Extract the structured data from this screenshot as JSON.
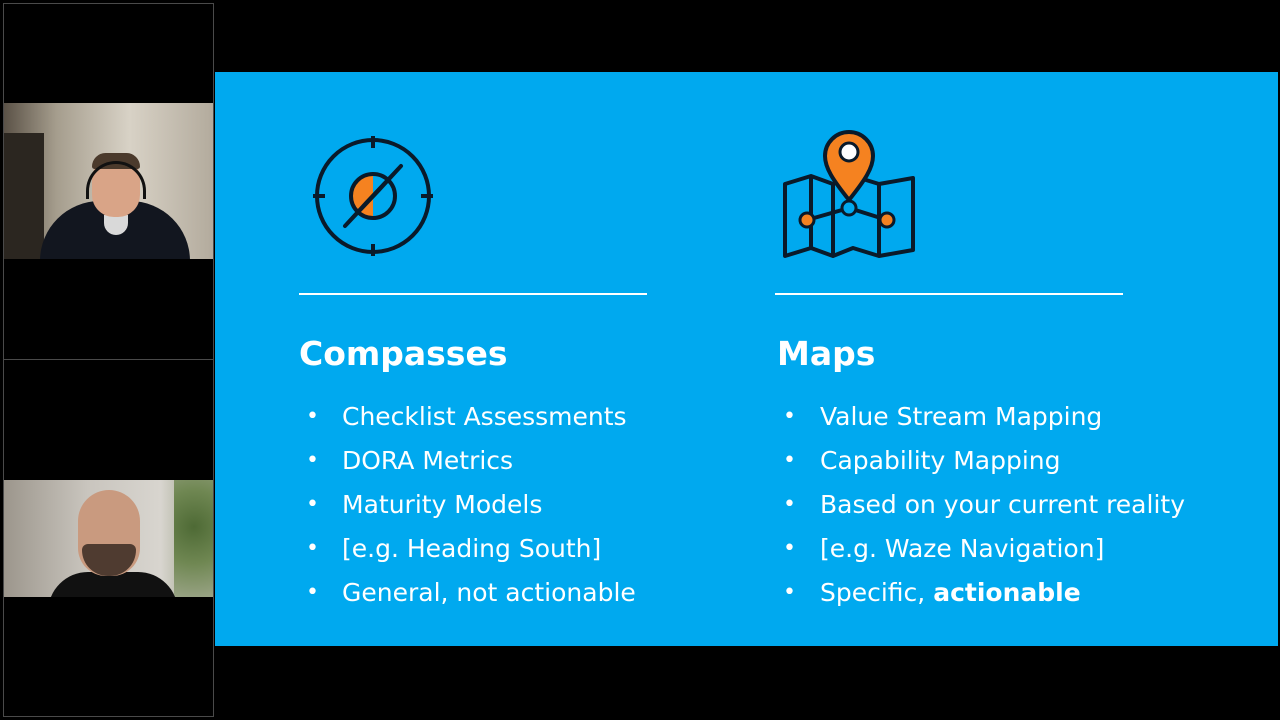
{
  "participants": [
    {
      "role": "speaker-1"
    },
    {
      "role": "speaker-2"
    }
  ],
  "slide": {
    "left": {
      "icon": "compass-icon",
      "title": "Compasses",
      "items": [
        "Checklist Assessments",
        "DORA Metrics",
        "Maturity Models",
        "[e.g. Heading South]",
        "General, not actionable"
      ]
    },
    "right": {
      "icon": "map-pin-icon",
      "title": "Maps",
      "items": [
        "Value Stream Mapping",
        "Capability Mapping",
        "Based on your current reality",
        "[e.g. Waze Navigation]"
      ],
      "last_item_prefix": "Specific, ",
      "last_item_emphasis": "actionable"
    }
  },
  "colors": {
    "slide_background": "#00a9ef",
    "accent_orange": "#f58220",
    "icon_stroke": "#0a1a2a",
    "text": "#ffffff"
  }
}
